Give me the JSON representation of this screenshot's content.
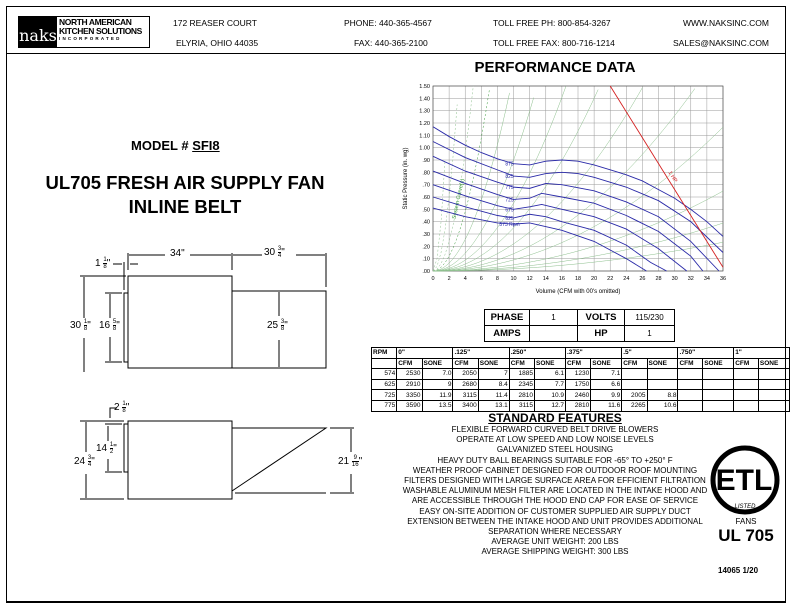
{
  "header": {
    "logo": {
      "mark": "naks",
      "line1": "NORTH AMERICAN",
      "line2": "KITCHEN SOLUTIONS",
      "line3": "INCORPORATED"
    },
    "address_line1": "172 REASER COURT",
    "address_line2": "ELYRIA, OHIO 44035",
    "phone": "PHONE: 440-365-4567",
    "fax": "FAX: 440-365-2100",
    "toll_free_phone": "TOLL FREE PH: 800-854-3267",
    "toll_free_fax": "TOLL FREE FAX: 800-716-1214",
    "website": "WWW.NAKSINC.COM",
    "email": "SALES@NAKSINC.COM"
  },
  "product": {
    "model_label": "MODEL #",
    "model_number": "SFI8",
    "title_line1": "UL705 FRESH AIR SUPPLY FAN",
    "title_line2": "INLINE BELT"
  },
  "drawings": {
    "top_view": {
      "length_body": "34\"",
      "length_hood_whole": "30",
      "length_hood_num": "3",
      "length_hood_den": "4",
      "flange_whole": "1",
      "flange_num": "1",
      "flange_den": "8",
      "height_whole": "30",
      "height_num": "1",
      "height_den": "8",
      "inlet_whole": "16",
      "inlet_num": "5",
      "inlet_den": "8",
      "hood_height_whole": "25",
      "hood_height_num": "3",
      "hood_height_den": "8"
    },
    "side_view": {
      "offset_whole": "2",
      "offset_num": "1",
      "offset_den": "8",
      "inlet_whole": "14",
      "inlet_num": "1",
      "inlet_den": "2",
      "height_whole": "24",
      "height_num": "3",
      "height_den": "4",
      "hood_whole": "21",
      "hood_num": "9",
      "hood_den": "16"
    }
  },
  "performance": {
    "heading": "PERFORMANCE DATA"
  },
  "chart_data": {
    "type": "line",
    "xlabel": "Volume (CFM with 00's omitted)",
    "ylabel": "Static Pressure (in. wg)",
    "xlim": [
      0,
      36
    ],
    "ylim": [
      0,
      1.5
    ],
    "x_ticks": [
      "0",
      "2",
      "4",
      "6",
      "8",
      "10",
      "12",
      "14",
      "16",
      "18",
      "20",
      "22",
      "24",
      "26",
      "28",
      "30",
      "32",
      "34",
      "36"
    ],
    "y_ticks": [
      ".00",
      ".10",
      ".20",
      ".30",
      ".40",
      ".50",
      ".60",
      ".70",
      ".80",
      ".90",
      "1.00",
      "1.10",
      "1.20",
      "1.30",
      "1.40",
      "1.50"
    ],
    "grid": true,
    "colors": {
      "fan_curve": "#2a2aa8",
      "hp_line": "#d42020",
      "system_curve": "#3a9a3a",
      "grid": "#9a9a9a"
    },
    "series": [
      {
        "name": "875",
        "points": [
          [
            0,
            1.17
          ],
          [
            2,
            1.09
          ],
          [
            4,
            1.02
          ],
          [
            6,
            0.96
          ],
          [
            8,
            0.91
          ],
          [
            10,
            0.87
          ],
          [
            12,
            0.86
          ],
          [
            14,
            0.89
          ],
          [
            16,
            0.9
          ],
          [
            18,
            0.89
          ],
          [
            20,
            0.86
          ],
          [
            22,
            0.82
          ],
          [
            24,
            0.78
          ],
          [
            26,
            0.73
          ],
          [
            28,
            0.66
          ],
          [
            30,
            0.59
          ],
          [
            32,
            0.5
          ],
          [
            34,
            0.4
          ],
          [
            36,
            0.28
          ]
        ]
      },
      {
        "name": "825",
        "points": [
          [
            0,
            1.05
          ],
          [
            4,
            0.92
          ],
          [
            8,
            0.82
          ],
          [
            10,
            0.77
          ],
          [
            12,
            0.76
          ],
          [
            14,
            0.79
          ],
          [
            16,
            0.8
          ],
          [
            18,
            0.79
          ],
          [
            20,
            0.76
          ],
          [
            24,
            0.68
          ],
          [
            28,
            0.57
          ],
          [
            32,
            0.4
          ],
          [
            36,
            0.15
          ]
        ]
      },
      {
        "name": "775",
        "points": [
          [
            0,
            0.93
          ],
          [
            4,
            0.81
          ],
          [
            8,
            0.72
          ],
          [
            10,
            0.68
          ],
          [
            12,
            0.67
          ],
          [
            14,
            0.71
          ],
          [
            16,
            0.7
          ],
          [
            20,
            0.65
          ],
          [
            24,
            0.56
          ],
          [
            28,
            0.44
          ],
          [
            32,
            0.24
          ],
          [
            35.5,
            0
          ]
        ]
      },
      {
        "name": "725",
        "points": [
          [
            0,
            0.81
          ],
          [
            4,
            0.71
          ],
          [
            8,
            0.62
          ],
          [
            10,
            0.58
          ],
          [
            12,
            0.59
          ],
          [
            13.5,
            0.63
          ],
          [
            16,
            0.6
          ],
          [
            20,
            0.55
          ],
          [
            24,
            0.45
          ],
          [
            28,
            0.32
          ],
          [
            32,
            0.12
          ],
          [
            33.5,
            0
          ]
        ]
      },
      {
        "name": "675",
        "points": [
          [
            0,
            0.7
          ],
          [
            4,
            0.61
          ],
          [
            8,
            0.53
          ],
          [
            10,
            0.5
          ],
          [
            12,
            0.52
          ],
          [
            13.5,
            0.54
          ],
          [
            16,
            0.5
          ],
          [
            20,
            0.44
          ],
          [
            24,
            0.34
          ],
          [
            28,
            0.18
          ],
          [
            31.5,
            0
          ]
        ]
      },
      {
        "name": "625",
        "points": [
          [
            0,
            0.6
          ],
          [
            4,
            0.52
          ],
          [
            8,
            0.45
          ],
          [
            10,
            0.43
          ],
          [
            12,
            0.46
          ],
          [
            14,
            0.44
          ],
          [
            16,
            0.4
          ],
          [
            20,
            0.33
          ],
          [
            24,
            0.21
          ],
          [
            27,
            0.07
          ],
          [
            29,
            0
          ]
        ]
      },
      {
        "name": "573 Rpm",
        "points": [
          [
            0,
            0.51
          ],
          [
            4,
            0.44
          ],
          [
            8,
            0.39
          ],
          [
            10,
            0.38
          ],
          [
            12,
            0.39
          ],
          [
            16,
            0.33
          ],
          [
            20,
            0.24
          ],
          [
            24,
            0.1
          ],
          [
            26.5,
            0
          ]
        ]
      }
    ],
    "hp_line": {
      "name": "1 HP",
      "points": [
        [
          22,
          1.5
        ],
        [
          36,
          0.03
        ]
      ]
    },
    "system_curve_label": "System Curve(s)"
  },
  "electrical": {
    "phase_label": "PHASE",
    "phase_value": "1",
    "volts_label": "VOLTS",
    "volts_value": "115/230",
    "amps_label": "AMPS",
    "amps_value": "",
    "hp_label": "HP",
    "hp_value": "1"
  },
  "perf_table": {
    "rpm_label": "RPM",
    "groups": [
      "0\"",
      ".125\"",
      ".250\"",
      ".375\"",
      ".5\"",
      ".750\"",
      "1\""
    ],
    "sub": [
      "CFM",
      "SONE"
    ],
    "rows": [
      {
        "rpm": "574",
        "cells": [
          "2530",
          "7.0",
          "2050",
          "7",
          "1885",
          "6.1",
          "1230",
          "7.1",
          "",
          "",
          "",
          "",
          "",
          ""
        ]
      },
      {
        "rpm": "625",
        "cells": [
          "2910",
          "9",
          "2680",
          "8.4",
          "2345",
          "7.7",
          "1750",
          "6.6",
          "",
          "",
          "",
          "",
          "",
          ""
        ]
      },
      {
        "rpm": "725",
        "cells": [
          "3350",
          "11.9",
          "3115",
          "11.4",
          "2810",
          "10.9",
          "2460",
          "9.9",
          "2005",
          "8.8",
          "",
          "",
          "",
          ""
        ]
      },
      {
        "rpm": "775",
        "cells": [
          "3590",
          "13.5",
          "3400",
          "13.1",
          "3115",
          "12.7",
          "2810",
          "11.6",
          "2265",
          "10.6",
          "",
          "",
          "",
          ""
        ]
      }
    ]
  },
  "features": {
    "heading": "STANDARD FEATURES",
    "lines": [
      "FLEXIBLE FORWARD CURVED BELT DRIVE BLOWERS",
      "OPERATE AT LOW SPEED AND LOW NOISE LEVELS",
      "GALVANIZED STEEL HOUSING",
      "HEAVY DUTY BALL BEARINGS SUITABLE FOR -65° TO +250° F",
      "WEATHER PROOF CABINET DESIGNED FOR OUTDOOR ROOF MOUNTING",
      "FILTERS DESIGNED WITH LARGE SURFACE AREA FOR EFFICIENT FILTRATION",
      "WASHABLE ALUMINUM MESH FILTER ARE LOCATED IN THE INTAKE HOOD AND",
      "ARE ACCESSIBLE THROUGH THE HOOD END CAP FOR EASE OF SERVICE",
      "EASY ON-SITE ADDITION OF CUSTOMER SUPPLIED AIR SUPPLY DUCT",
      "EXTENSION BETWEEN THE INTAKE HOOD AND UNIT PROVIDES ADDITIONAL",
      "SEPARATION WHERE NECESSARY",
      "AVERAGE UNIT WEIGHT: 200 LBS",
      "AVERAGE SHIPPING WEIGHT: 300 LBS"
    ]
  },
  "certification": {
    "mark": "ETL",
    "listed": "LISTED",
    "category": "FANS",
    "standard": "UL 705"
  },
  "footer": {
    "doc_number": "14065 1/20"
  }
}
